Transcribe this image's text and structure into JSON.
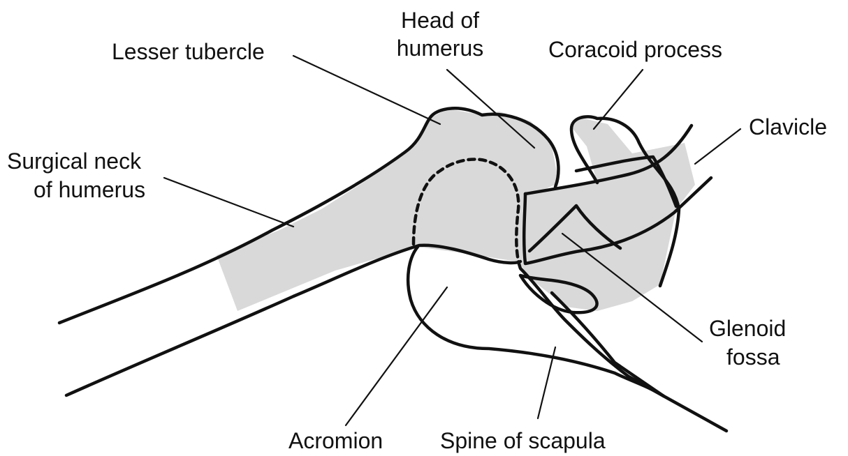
{
  "labels": {
    "head_of_humerus_line1": "Head of",
    "head_of_humerus_line2": "humerus",
    "lesser_tubercle": "Lesser tubercle",
    "coracoid_process": "Coracoid process",
    "clavicle": "Clavicle",
    "surgical_neck_line1": "Surgical neck",
    "surgical_neck_line2": "of humerus",
    "glenoid_fossa_line1": "Glenoid",
    "glenoid_fossa_line2": "fossa",
    "acromion": "Acromion",
    "spine_of_scapula": "Spine of scapula"
  },
  "colors": {
    "fill": "#d9d9d9",
    "stroke": "#111111",
    "background": "#ffffff"
  }
}
